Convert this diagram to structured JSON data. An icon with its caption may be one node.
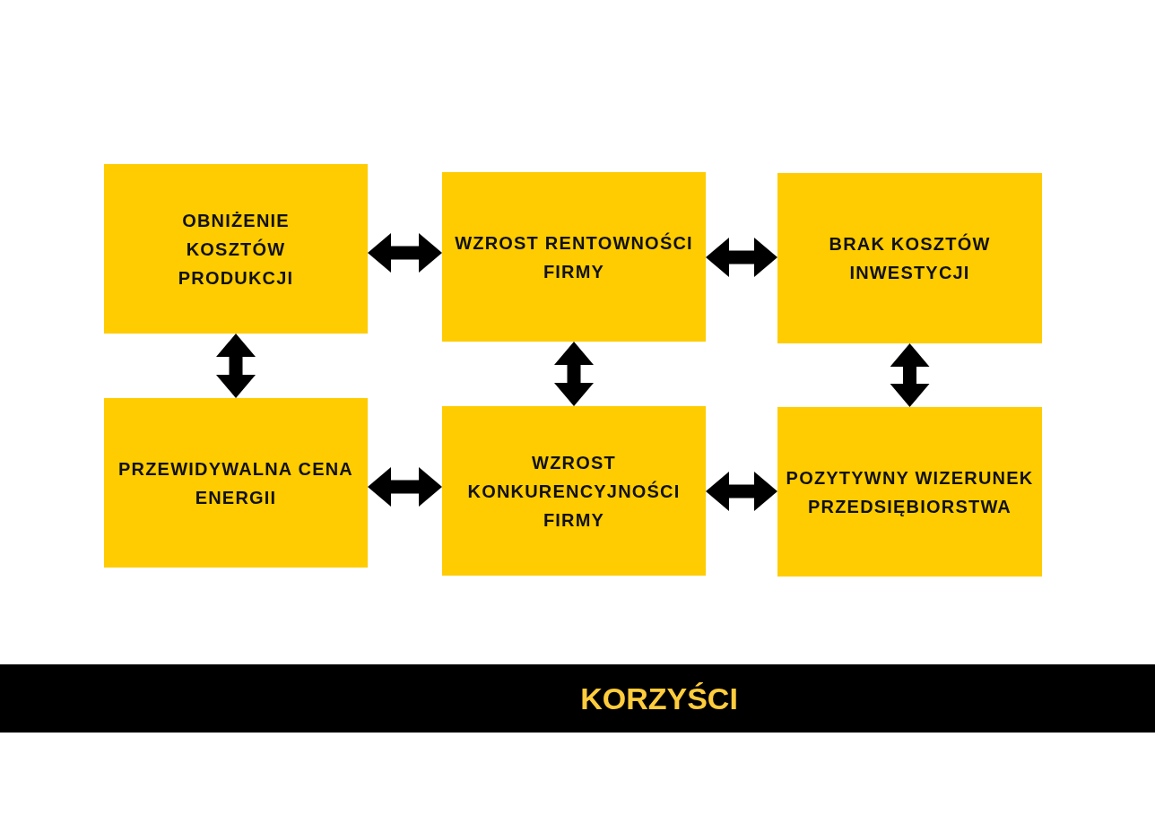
{
  "diagram": {
    "title": "KORZYŚCI",
    "nodes": [
      {
        "text": [
          "OBNIŻENIE KOSZTÓW PRODUKCJI"
        ]
      },
      {
        "text": [
          "WZROST RENTOWNOŚCI FIRMY"
        ]
      },
      {
        "text": [
          "BRAK KOSZTÓW INWESTYCJI"
        ]
      },
      {
        "text": [
          "PRZEWIDYWALNA CENA ENERGII"
        ]
      },
      {
        "text": [
          "WZROST KONKURENCYJNOŚCI FIRMY"
        ]
      },
      {
        "text": [
          "POZYTYWNY WIZERUNEK PRZEDSIĘBIORSTWA"
        ]
      }
    ],
    "edges": [
      {
        "from": 0,
        "to": 1,
        "arrow": "both"
      },
      {
        "from": 1,
        "to": 2,
        "arrow": "both"
      },
      {
        "from": 0,
        "to": 3,
        "arrow": "both"
      },
      {
        "from": 1,
        "to": 4,
        "arrow": "both"
      },
      {
        "from": 2,
        "to": 5,
        "arrow": "both"
      },
      {
        "from": 3,
        "to": 4,
        "arrow": "both"
      },
      {
        "from": 4,
        "to": 5,
        "arrow": "both"
      }
    ]
  }
}
